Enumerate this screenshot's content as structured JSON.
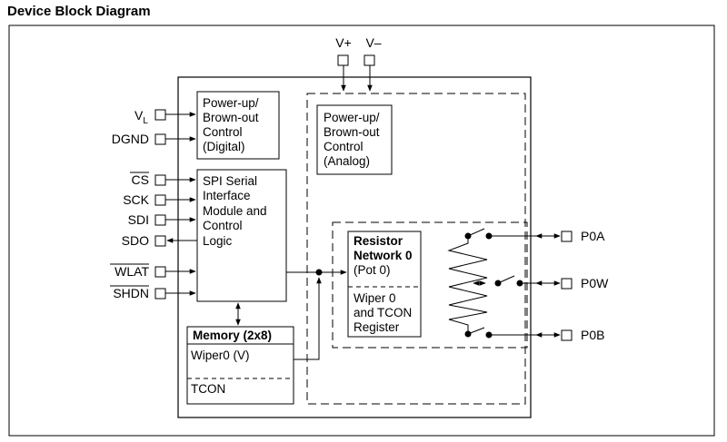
{
  "title": "Device Block Diagram",
  "supply_pins": {
    "vplus": "V+",
    "vminus": "V–"
  },
  "left_pins": {
    "vl_main": "V",
    "vl_sub": "L",
    "dgnd": "DGND",
    "cs": "CS",
    "sck": "SCK",
    "sdi": "SDI",
    "sdo": "SDO",
    "wlat": "WLAT",
    "shdn": "SHDN"
  },
  "right_pins": {
    "p0a": "P0A",
    "p0w": "P0W",
    "p0b": "P0B"
  },
  "blocks": {
    "por_digital": [
      "Power-up/",
      "Brown-out",
      "Control",
      "(Digital)"
    ],
    "por_analog": [
      "Power-up/",
      "Brown-out",
      "Control",
      "(Analog)"
    ],
    "spi": [
      "SPI Serial",
      "Interface",
      "Module and",
      "Control",
      "Logic"
    ],
    "memory": {
      "title": "Memory (2x8)",
      "row1": "Wiper0 (V)",
      "row2": "TCON"
    },
    "resistor": {
      "title1": "Resistor",
      "title2": "Network 0",
      "title3": "(Pot 0)",
      "reg": [
        "Wiper 0",
        "and TCON",
        "Register"
      ]
    }
  }
}
